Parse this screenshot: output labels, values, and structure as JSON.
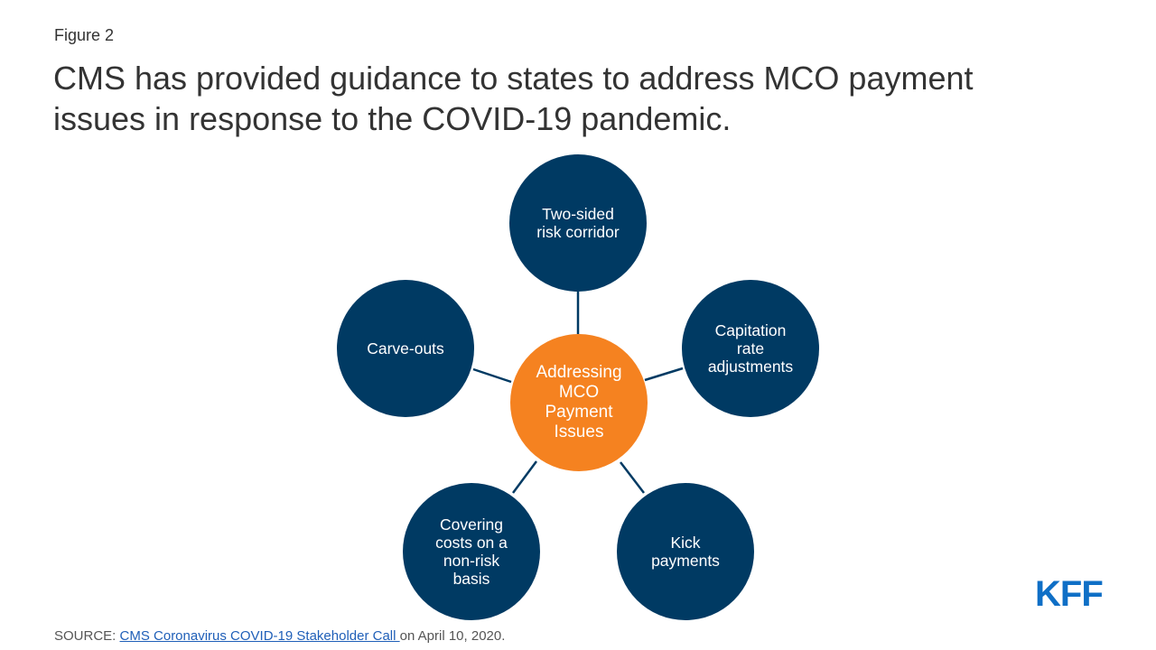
{
  "figure_label": "Figure 2",
  "title": "CMS has provided guidance to states to address MCO payment issues in response to the COVID-19 pandemic.",
  "colors": {
    "center": "#f58220",
    "outer": "#003a63",
    "connector": "#003a63",
    "link": "#1f5fb8",
    "logo": "#0f6fc6"
  },
  "diagram": {
    "center": {
      "label": "Addressing\nMCO\nPayment\nIssues"
    },
    "nodes": [
      {
        "label": "Two-sided\nrisk corridor"
      },
      {
        "label": "Capitation\nrate\nadjustments"
      },
      {
        "label": "Kick\npayments"
      },
      {
        "label": "Covering\ncosts on a\nnon-risk\nbasis"
      },
      {
        "label": "Carve-outs"
      }
    ]
  },
  "source": {
    "prefix": "SOURCE: ",
    "link_text": "CMS Coronavirus COVID-19 Stakeholder Call ",
    "suffix": "on April 10, 2020."
  },
  "logo": "KFF"
}
